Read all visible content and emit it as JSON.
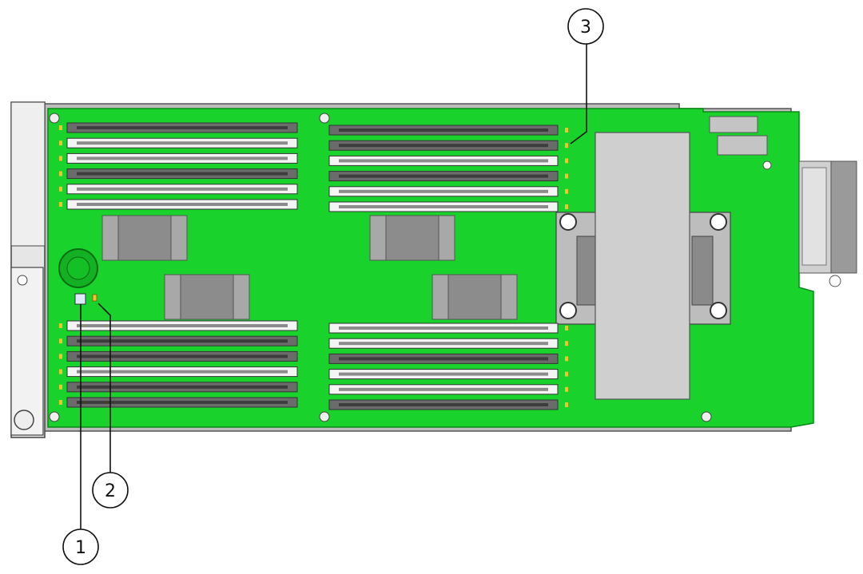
{
  "figure": {
    "callouts": [
      {
        "id": "callout-1",
        "label": "1",
        "target": "fault-remind-button"
      },
      {
        "id": "callout-2",
        "label": "2",
        "target": "fault-remind-power-led"
      },
      {
        "id": "callout-3",
        "label": "3",
        "target": "dimm-fault-led"
      }
    ]
  },
  "colors": {
    "board": "#19d22c",
    "board_edge": "#0a8a18",
    "tray": "#d9d9d9",
    "tray_edge": "#555555",
    "dimm_white": "#f4f4f4",
    "dimm_gray": "#6b6b6b",
    "heatsink": "#cfcfcf",
    "led_amber": "#f1c232",
    "callout_stroke": "#111111"
  },
  "board": {
    "dimm_banks": [
      {
        "name": "bank-top-left",
        "slots": [
          "gray",
          "white",
          "white",
          "gray",
          "white",
          "white"
        ]
      },
      {
        "name": "bank-top-right",
        "slots": [
          "gray",
          "gray",
          "white",
          "gray",
          "white",
          "white"
        ]
      },
      {
        "name": "bank-bottom-left",
        "slots": [
          "white",
          "gray",
          "gray",
          "white",
          "gray",
          "gray"
        ]
      },
      {
        "name": "bank-bottom-right",
        "slots": [
          "white",
          "white",
          "gray",
          "white",
          "white",
          "gray"
        ]
      }
    ]
  }
}
